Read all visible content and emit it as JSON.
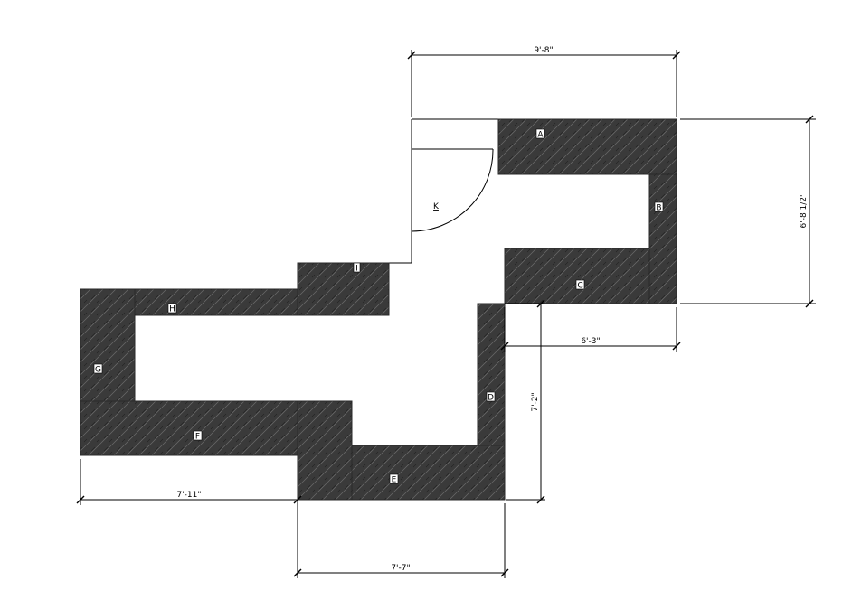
{
  "labels": {
    "A": "A",
    "B": "B",
    "C": "C",
    "D": "D",
    "E": "E",
    "F": "F",
    "G": "G",
    "H": "H",
    "I": "I",
    "K": "K"
  },
  "dimensions": {
    "top_width": "9'-8\"",
    "right_height": "6'-8 1/2'",
    "c_width": "6'-3\"",
    "d_height": "7'-2\"",
    "left_width": "7'-11\"",
    "bottom_width": "7'-7\""
  },
  "colors": {
    "counter_fill": "#3a3a3a",
    "line": "#000000",
    "background": "#ffffff"
  }
}
